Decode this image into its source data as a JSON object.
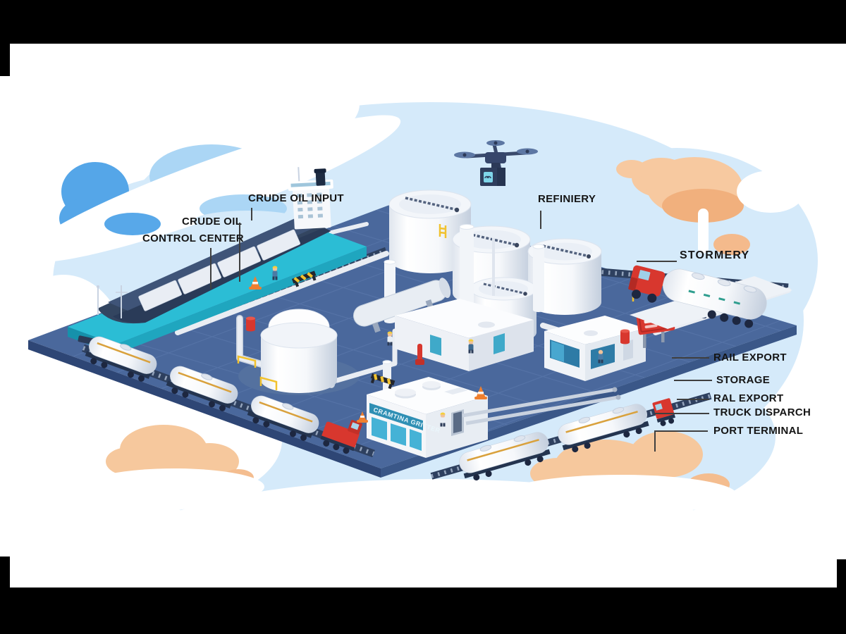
{
  "labels": {
    "crude_oil_input": "CRUDE OIL INPUT",
    "crude_oil": "CRUDE OIL",
    "control_center": "CONTROL CENTER",
    "refiniery": "REFINIERY",
    "stormery": "STORMERY",
    "rail_export": "RAIL EXPORT",
    "storage": "STORAGE",
    "ral_export": "RAL EXPORT",
    "truck_disparch": "TRUCK DISPARCH",
    "port_terminal": "PORT TERMINAL"
  },
  "signs": {
    "control_building_sign": "CRAMTINA GRITTER"
  },
  "colors": {
    "letterbox_bar": "#000000",
    "backdrop_blue": "#d5eafa",
    "platform": "#4a689c",
    "platform_side": "#2e4675",
    "pier_teal": "#2bbdd5",
    "ship_hull": "#334560",
    "tank_white": "#f6f8fb",
    "vehicle_red": "#d8372e",
    "safety_yellow": "#f1c22f",
    "cone_orange": "#ef7f2e",
    "cloud_blue": "#55a6e8",
    "cloud_blue_light": "#abd6f5",
    "cloud_peach": "#f6c89d",
    "sign_band_teal": "#2f8fb4",
    "label_text": "#151515"
  }
}
